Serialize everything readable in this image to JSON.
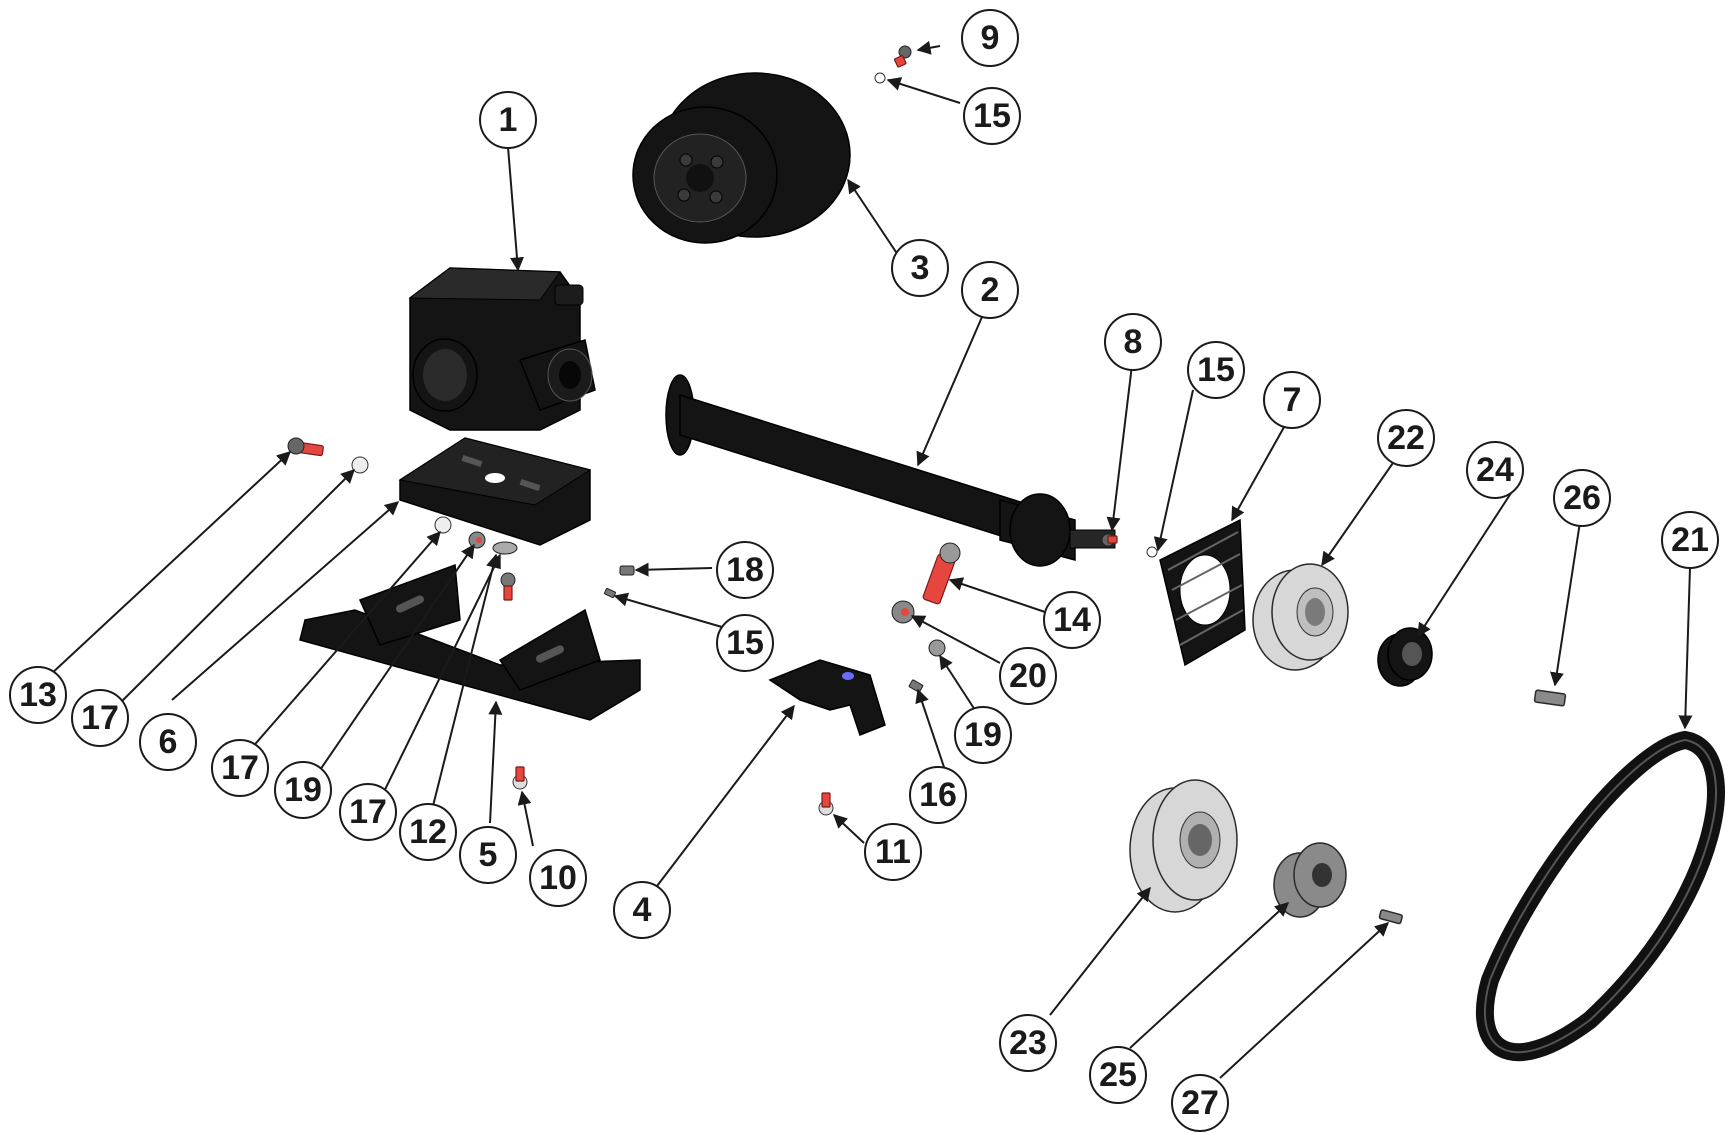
{
  "callouts": [
    {
      "id": "c1",
      "label": "1"
    },
    {
      "id": "c2",
      "label": "2"
    },
    {
      "id": "c3",
      "label": "3"
    },
    {
      "id": "c4",
      "label": "4"
    },
    {
      "id": "c5",
      "label": "5"
    },
    {
      "id": "c6",
      "label": "6"
    },
    {
      "id": "c7",
      "label": "7"
    },
    {
      "id": "c8",
      "label": "8"
    },
    {
      "id": "c9",
      "label": "9"
    },
    {
      "id": "c10",
      "label": "10"
    },
    {
      "id": "c11",
      "label": "11"
    },
    {
      "id": "c12",
      "label": "12"
    },
    {
      "id": "c13",
      "label": "13"
    },
    {
      "id": "c14",
      "label": "14"
    },
    {
      "id": "c15a",
      "label": "15"
    },
    {
      "id": "c15b",
      "label": "15"
    },
    {
      "id": "c15c",
      "label": "15"
    },
    {
      "id": "c16",
      "label": "16"
    },
    {
      "id": "c17a",
      "label": "17"
    },
    {
      "id": "c17b",
      "label": "17"
    },
    {
      "id": "c17c",
      "label": "17"
    },
    {
      "id": "c18",
      "label": "18"
    },
    {
      "id": "c19a",
      "label": "19"
    },
    {
      "id": "c19b",
      "label": "19"
    },
    {
      "id": "c20",
      "label": "20"
    },
    {
      "id": "c21",
      "label": "21"
    },
    {
      "id": "c22",
      "label": "22"
    },
    {
      "id": "c23",
      "label": "23"
    },
    {
      "id": "c24",
      "label": "24"
    },
    {
      "id": "c25",
      "label": "25"
    },
    {
      "id": "c26",
      "label": "26"
    },
    {
      "id": "c27",
      "label": "27"
    }
  ]
}
